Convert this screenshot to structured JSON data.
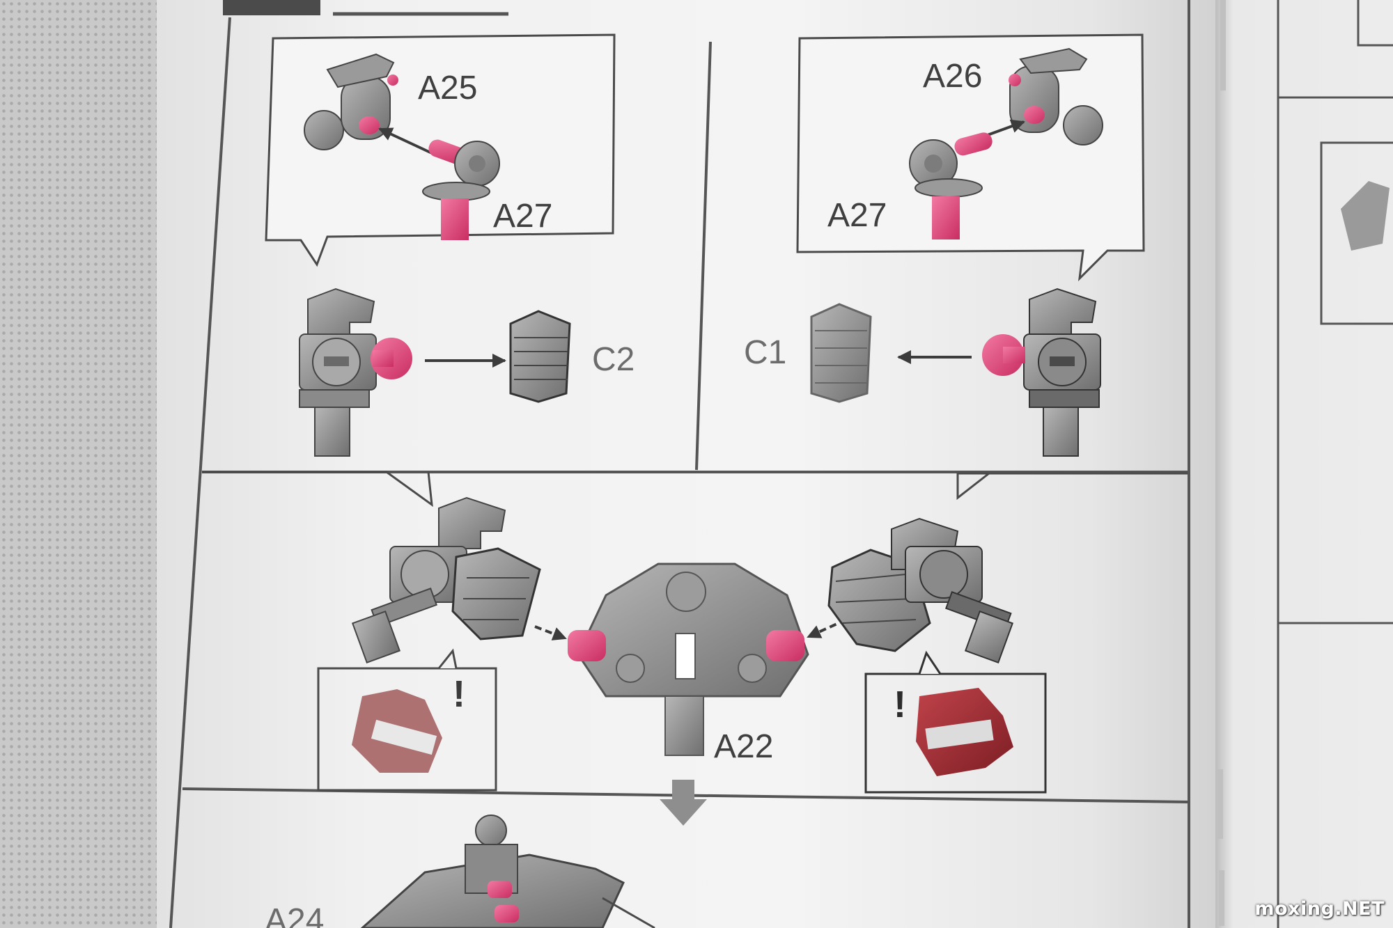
{
  "labels": {
    "a25": "A25",
    "a26": "A26",
    "a27_left": "A27",
    "a27_right": "A27",
    "c2": "C2",
    "c1": "C1",
    "a22": "A22",
    "a24_partial": "A24"
  },
  "watermark": "moxing.NET",
  "colors": {
    "paper": "#f2f2f2",
    "line": "#4a4a4a",
    "part_gray": "#8d8d8d",
    "part_pink": "#e0457a",
    "part_red": "#9e2a31"
  }
}
